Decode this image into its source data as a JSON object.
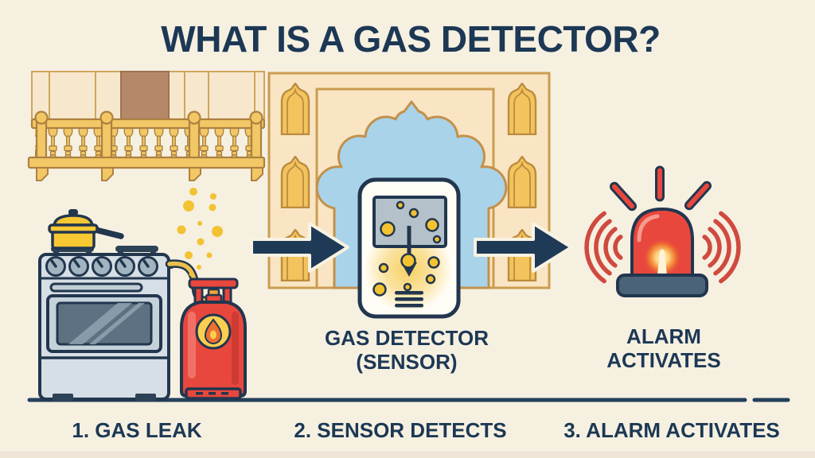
{
  "title": "WHAT IS A GAS DETECTOR?",
  "labels": {
    "detector": {
      "line1": "GAS DETECTOR",
      "line2": "(SENSOR)"
    },
    "alarm": {
      "line1": "ALARM",
      "line2": "ACTIVATES"
    }
  },
  "steps": [
    {
      "label": "1. GAS LEAK"
    },
    {
      "label": "2. SENSOR DETECTS"
    },
    {
      "label": "3. ALARM ACTIVATES"
    }
  ],
  "icons": {
    "step1": "stove-and-gas-cylinder-icon",
    "step2": "gas-detector-icon",
    "step3": "alarm-siren-icon",
    "flow": "arrow-right-icon",
    "leak": "gas-bubbles-icon",
    "background_left": "balcony-illustration",
    "background_center": "arch-illustration"
  },
  "palette": {
    "background": "#f6f0e1",
    "navy": "#1c3854",
    "red": "#e8473d",
    "yellow": "#f2c231",
    "gold": "#f2c765",
    "beige": "#f8e5c3",
    "sky_blue": "#a9d3e9",
    "stove_grey": "#d6dfe5"
  }
}
